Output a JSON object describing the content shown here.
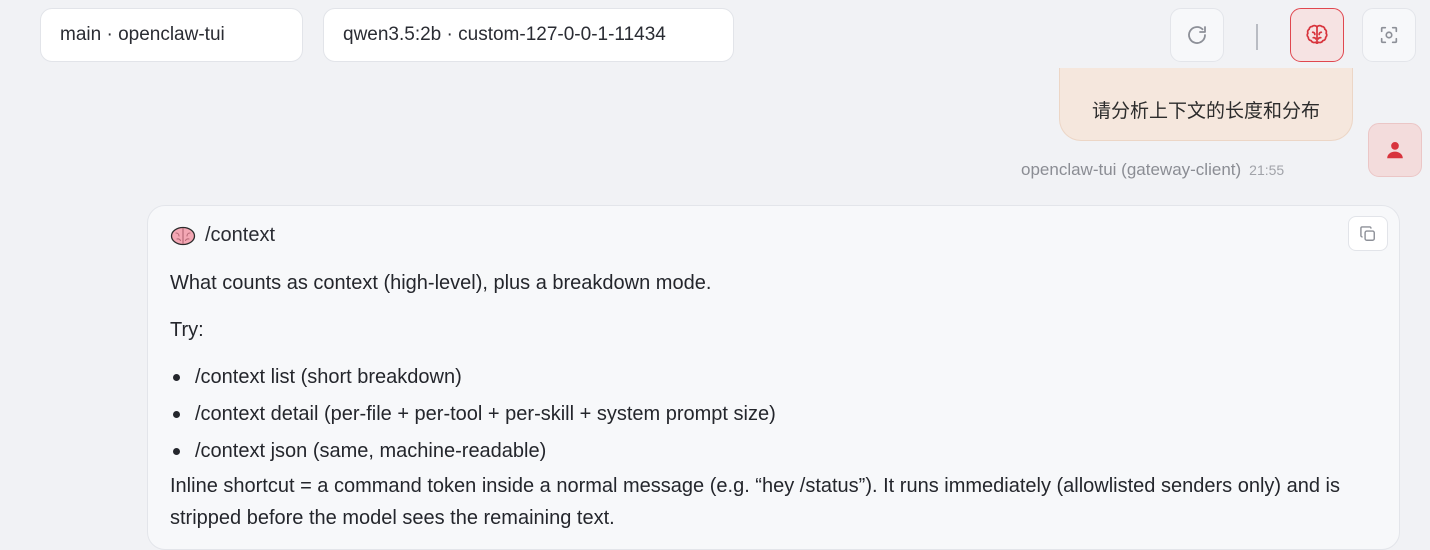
{
  "header": {
    "session": "main · openclaw-tui",
    "model": "qwen3.5:2b · custom-127-0-0-1-11434"
  },
  "toolbar": {
    "refresh_icon": "refresh-icon",
    "thinking_icon": "brain-icon",
    "focus_icon": "focus-icon",
    "thinking_active_color": "#e0474f"
  },
  "user_message": {
    "text": "请分析上下文的长度和分布",
    "sender": "openclaw-tui (gateway-client)",
    "time": "21:55",
    "avatar_icon": "user-icon",
    "bubble_color": "#f5e7dd"
  },
  "assistant_message": {
    "title_icon": "brain-emoji-icon",
    "title": "/context",
    "intro": "What counts as context (high-level), plus a breakdown mode.",
    "try_label": "Try:",
    "bullets": [
      "/context list (short breakdown)",
      "/context detail (per-file + per-tool + per-skill + system prompt size)",
      "/context json (same, machine-readable)"
    ],
    "note": "Inline shortcut = a command token inside a normal message (e.g. “hey /status”). It runs immediately (allowlisted senders only) and is stripped before the model sees the remaining text.",
    "copy_icon": "copy-icon"
  }
}
